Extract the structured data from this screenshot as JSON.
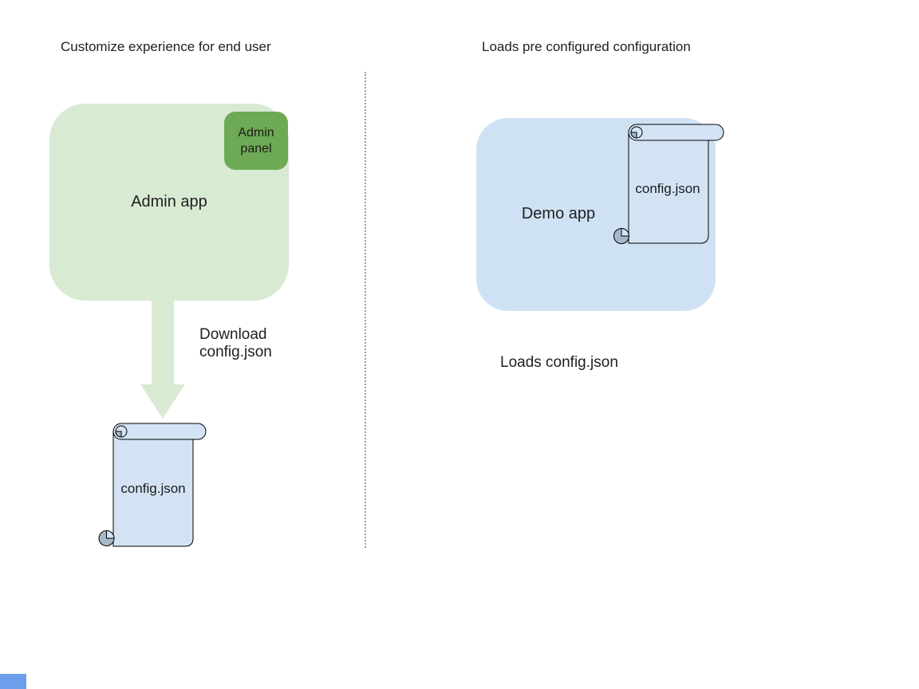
{
  "diagram": {
    "left": {
      "title": "Customize experience for end user",
      "admin_app_label": "Admin app",
      "admin_panel_label": "Admin panel",
      "arrow_caption": "Download config.json",
      "scroll_label": "config.json"
    },
    "right": {
      "title": "Loads pre configured configuration",
      "demo_app_label": "Demo app",
      "scroll_label": "config.json",
      "caption": "Loads config.json"
    }
  },
  "colors": {
    "app_box_green": "#d9ead3",
    "arrow_green": "#d9ead3",
    "admin_panel_green": "#6eaa55",
    "app_box_blue": "#cfe2f3",
    "scroll_blue": "#d3e3f4",
    "scroll_curl_gray": "#a3b8c8",
    "outline": "#000000",
    "divider_gray": "#9e9e9e",
    "corner_rect_blue": "#6d9eeb",
    "text": "#1f1f1f"
  }
}
